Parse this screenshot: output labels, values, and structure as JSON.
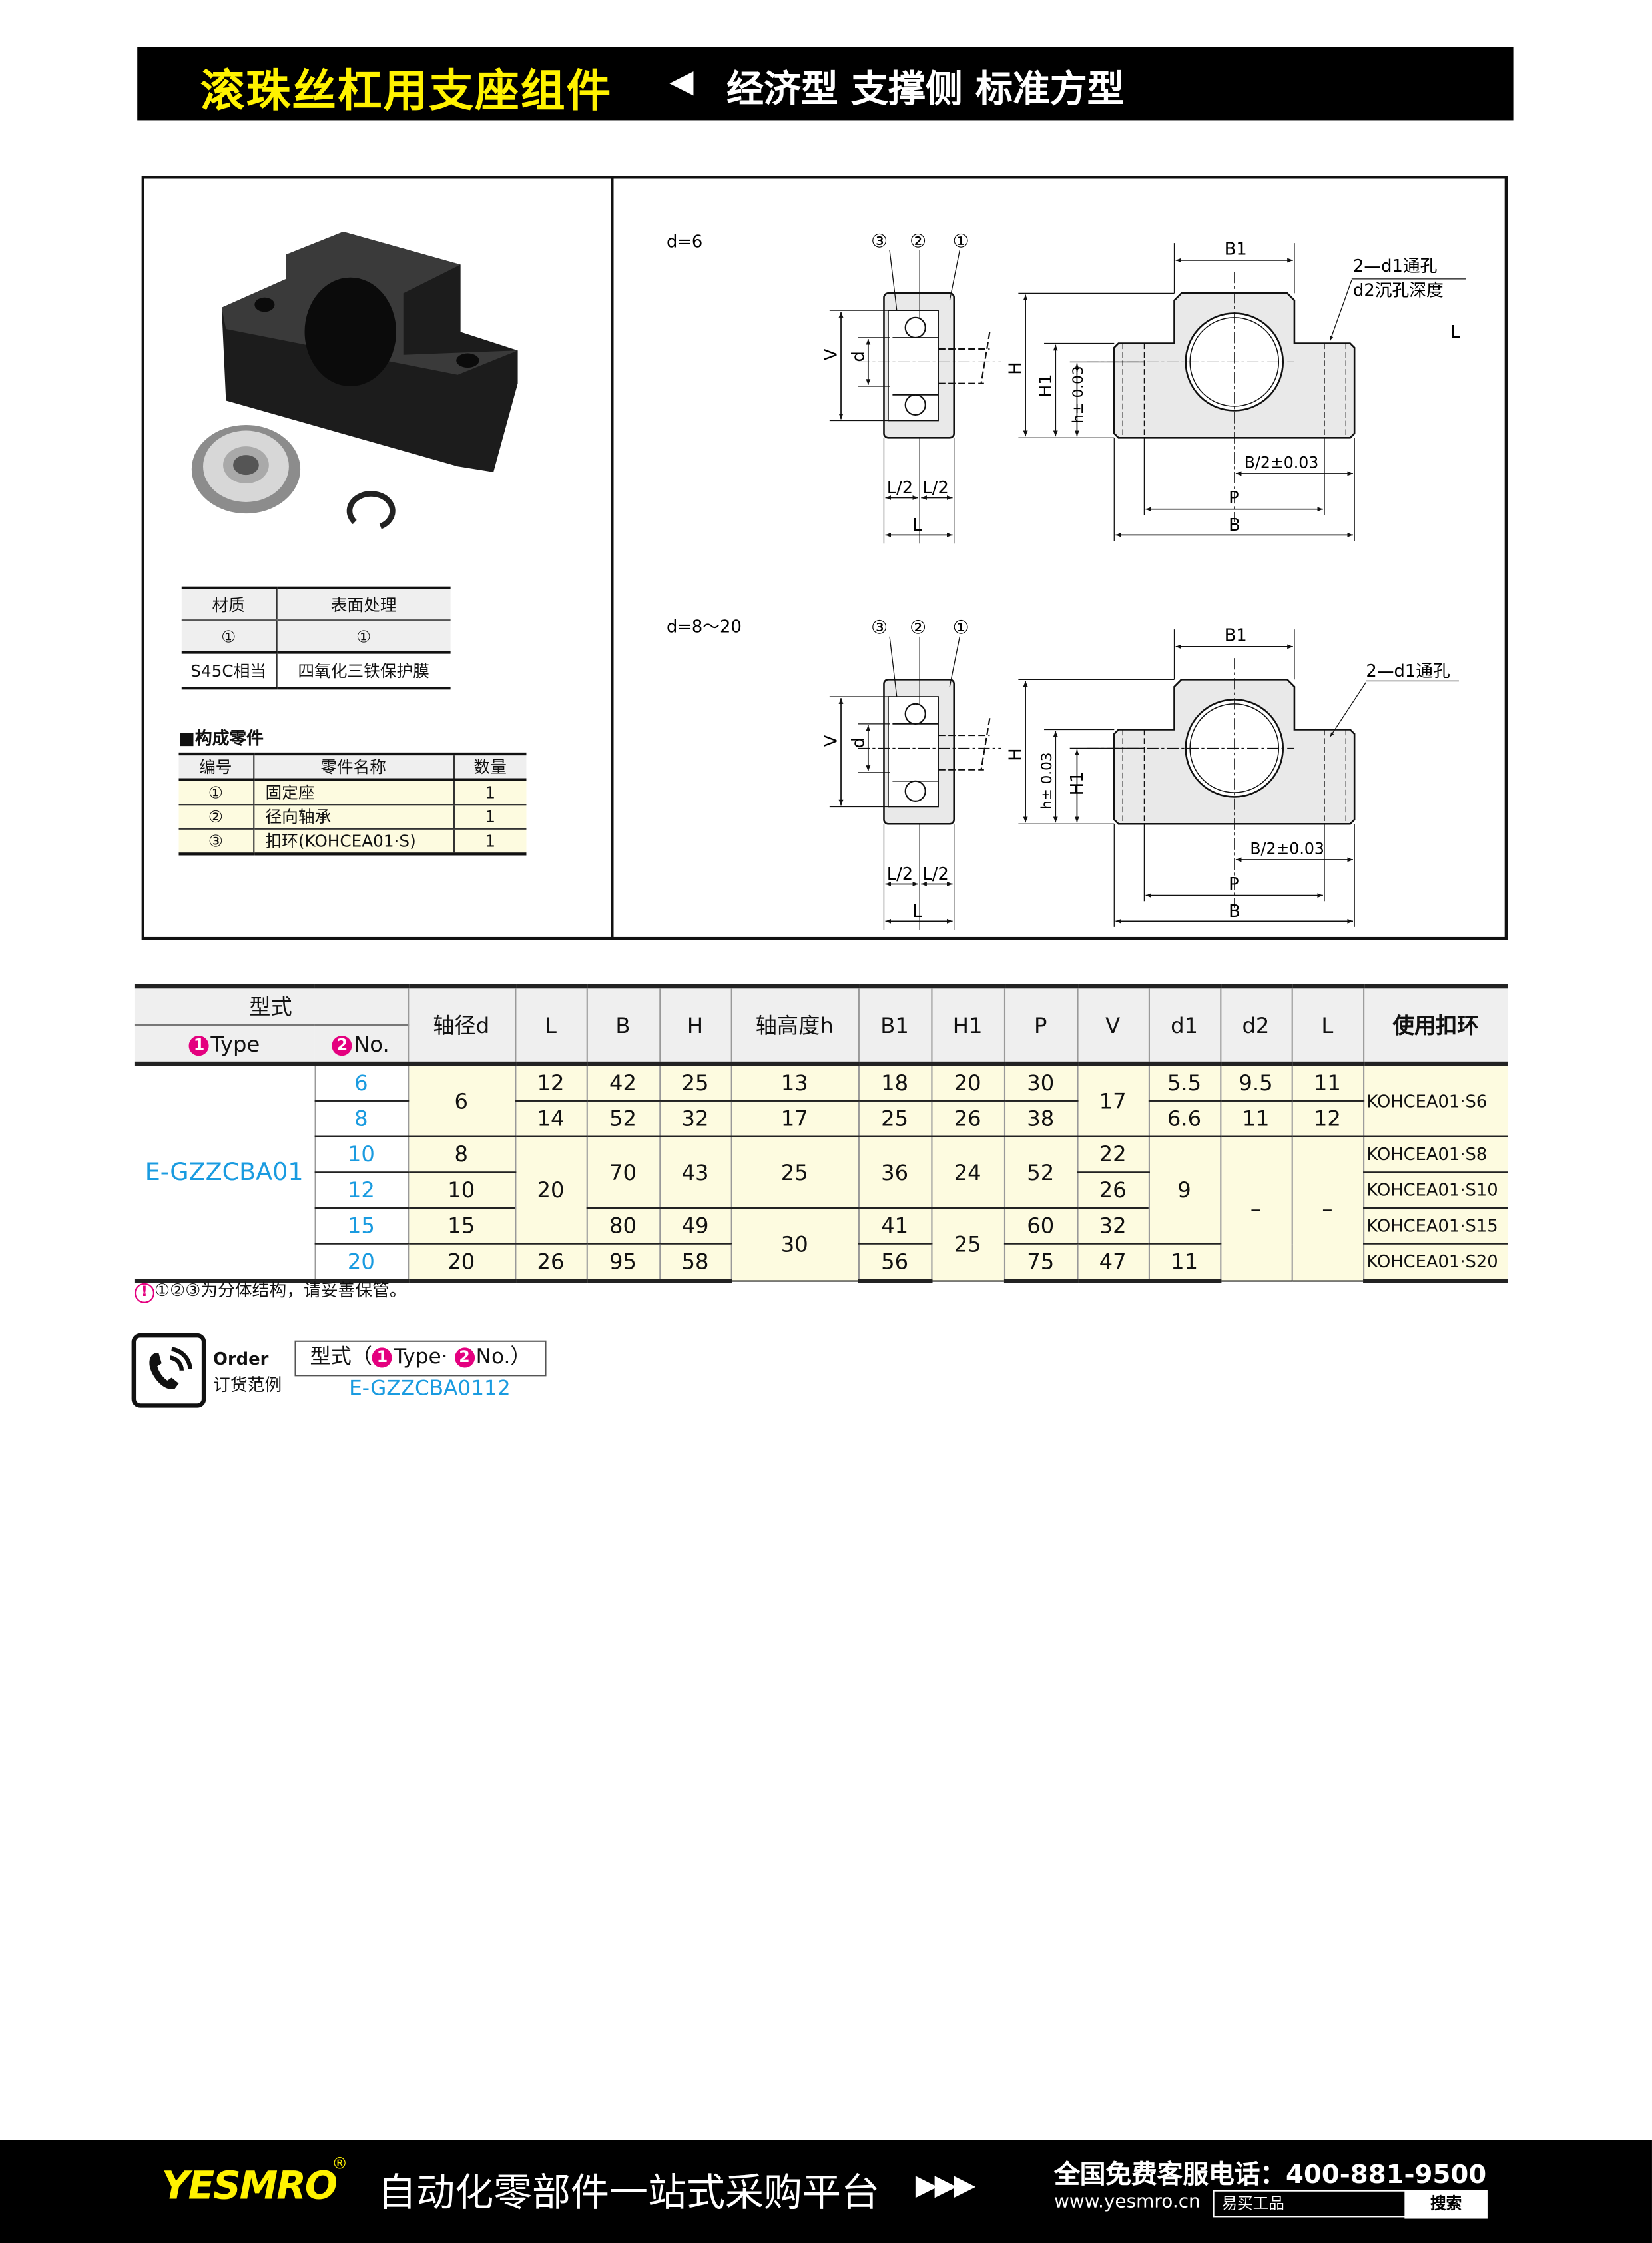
{
  "header": {
    "title": "滚珠丝杠用支座组件",
    "arrow": "◀",
    "subtitle": "经济型 支撑侧 标准方型"
  },
  "material_table": {
    "headers": [
      "材质",
      "表面处理"
    ],
    "part_refs": [
      "①",
      "①"
    ],
    "values": [
      "S45C相当",
      "四氧化三铁保护膜"
    ]
  },
  "parts": {
    "heading": "■构成零件",
    "headers": [
      "编号",
      "零件名称",
      "数量"
    ],
    "rows": [
      {
        "no": "①",
        "name": "固定座",
        "qty": "1"
      },
      {
        "no": "②",
        "name": "径向轴承",
        "qty": "1"
      },
      {
        "no": "③",
        "name": "扣环(KOHCEA01·S)",
        "qty": "1"
      }
    ]
  },
  "drawings": [
    {
      "label": "d=6",
      "callouts": [
        "③",
        "②",
        "①"
      ],
      "dims": {
        "B1": "B1",
        "H": "H",
        "H1": "H1",
        "h": "h± 0.03",
        "V": "V",
        "d": "d",
        "half": "L/2",
        "L": "L",
        "B2": "B/2±0.03",
        "P": "P",
        "B": "B"
      },
      "hole_note": "2—d1通孔",
      "hole_note2": "d2沉孔深度",
      "hole_depth": "L"
    },
    {
      "label": "d=8～20",
      "callouts": [
        "③",
        "②",
        "①"
      ],
      "dims": {
        "B1": "B1",
        "H": "H",
        "H1": "H1",
        "h": "h± 0.03",
        "V": "V",
        "d": "d",
        "half": "L/2",
        "L": "L",
        "B2": "B/2±0.03",
        "P": "P",
        "B": "B"
      },
      "hole_note": "2—d1通孔"
    }
  ],
  "spec_table": {
    "group_header": "型式",
    "type_header": "Type",
    "no_header": "No.",
    "badge1": "1",
    "badge2": "2",
    "columns": [
      "轴径d",
      "L",
      "B",
      "H",
      "轴高度h",
      "B1",
      "H1",
      "P",
      "V",
      "d1",
      "d2",
      "L",
      "使用扣环"
    ],
    "type": "E-GZZCBA01",
    "rows": [
      {
        "no": "6",
        "d": "6",
        "L": "12",
        "B": "42",
        "H": "25",
        "h": "13",
        "B1": "18",
        "H1": "20",
        "P": "30",
        "V": "17",
        "d1": "5.5",
        "d2": "9.5",
        "L2": "11",
        "ring": "KOHCEA01·S6"
      },
      {
        "no": "8",
        "L": "14",
        "B": "52",
        "H": "32",
        "h": "17",
        "B1": "25",
        "H1": "26",
        "P": "38",
        "d1": "6.6",
        "d2": "11",
        "L2": "12"
      },
      {
        "no": "10",
        "d": "8",
        "L": "20",
        "B": "70",
        "H": "43",
        "h": "25",
        "B1": "36",
        "H1": "24",
        "P": "52",
        "V": "22",
        "d1": "9",
        "d2": "–",
        "L2": "–",
        "ring": "KOHCEA01·S8"
      },
      {
        "no": "12",
        "d": "10",
        "V": "26",
        "ring": "KOHCEA01·S10"
      },
      {
        "no": "15",
        "d": "15",
        "B": "80",
        "H": "49",
        "h": "30",
        "B1": "41",
        "H1": "25",
        "P": "60",
        "V": "32",
        "ring": "KOHCEA01·S15"
      },
      {
        "no": "20",
        "d": "20",
        "L": "26",
        "B": "95",
        "H": "58",
        "B1": "56",
        "P": "75",
        "V": "47",
        "d1": "11",
        "ring": "KOHCEA01·S20"
      }
    ]
  },
  "note": {
    "mark": "!",
    "text": "①②③为分体结构，请妥善保管。"
  },
  "order": {
    "title": "Order",
    "subtitle": "订货范例",
    "format_prefix": "型式（",
    "format_type": "Type·",
    "format_no": "No.）",
    "example": "E-GZZCBA0112"
  },
  "footer": {
    "logo": "YESMRO",
    "reg": "®",
    "slogan": "自动化零部件一站式采购平台",
    "arrows": "▶▶▶",
    "hotline": "全国免费客服电话：400-881-9500",
    "url": "www.yesmro.cn",
    "search_value": "易买工品",
    "search_button": "搜索"
  },
  "colors": {
    "accent_blue": "#1a9be0",
    "badge_pink": "#e4007f",
    "title_yellow": "#fff200",
    "cell_yellow": "#fdfbe0"
  }
}
